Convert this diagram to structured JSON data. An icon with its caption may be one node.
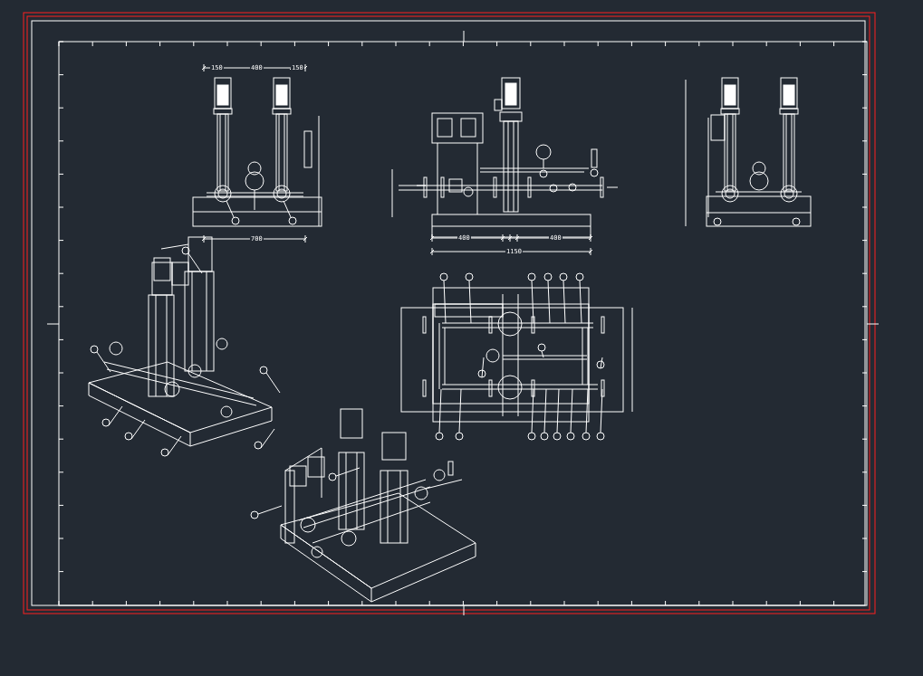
{
  "diagram": {
    "labels": [
      "150",
      "400",
      "150",
      "700",
      "400",
      "400",
      "1150"
    ]
  }
}
